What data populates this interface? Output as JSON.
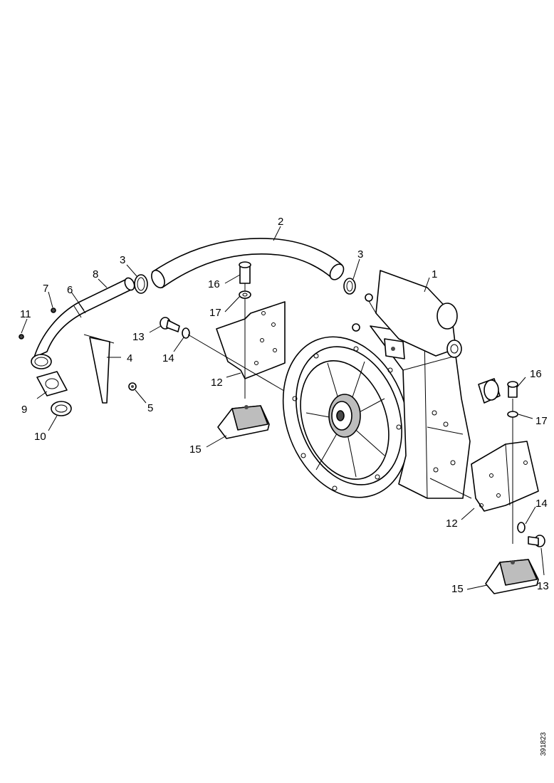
{
  "diagram": {
    "callouts": [
      {
        "id": "c1",
        "text": "1"
      },
      {
        "id": "c2",
        "text": "2"
      },
      {
        "id": "c3",
        "text": "3"
      },
      {
        "id": "c3b",
        "text": "3"
      },
      {
        "id": "c4",
        "text": "4"
      },
      {
        "id": "c5",
        "text": "5"
      },
      {
        "id": "c6",
        "text": "6"
      },
      {
        "id": "c7",
        "text": "7"
      },
      {
        "id": "c8",
        "text": "8"
      },
      {
        "id": "c9",
        "text": "9"
      },
      {
        "id": "c10",
        "text": "10"
      },
      {
        "id": "c11",
        "text": "11"
      },
      {
        "id": "c12a",
        "text": "12"
      },
      {
        "id": "c12b",
        "text": "12"
      },
      {
        "id": "c13a",
        "text": "13"
      },
      {
        "id": "c13b",
        "text": "13"
      },
      {
        "id": "c14a",
        "text": "14"
      },
      {
        "id": "c14b",
        "text": "14"
      },
      {
        "id": "c15a",
        "text": "15"
      },
      {
        "id": "c15b",
        "text": "15"
      },
      {
        "id": "c16a",
        "text": "16"
      },
      {
        "id": "c16b",
        "text": "16"
      },
      {
        "id": "c17a",
        "text": "17"
      },
      {
        "id": "c17b",
        "text": "17"
      }
    ],
    "reference_number": "391823"
  }
}
